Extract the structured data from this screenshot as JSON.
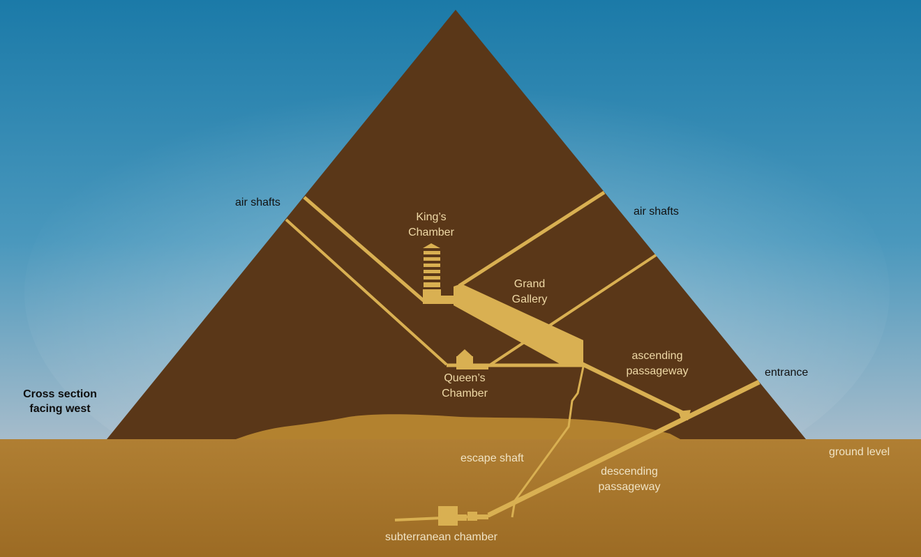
{
  "labels": {
    "caption_line1": "Cross section",
    "caption_line2": "facing west",
    "air_shafts_left": "air shafts",
    "air_shafts_right": "air shafts",
    "kings_chamber_line1": "King’s",
    "kings_chamber_line2": "Chamber",
    "grand_gallery_line1": "Grand",
    "grand_gallery_line2": "Gallery",
    "ascending_line1": "ascending",
    "ascending_line2": "passageway",
    "entrance": "entrance",
    "queens_chamber_line1": "Queen’s",
    "queens_chamber_line2": "Chamber",
    "ground_level": "ground level",
    "escape_shaft": "escape shaft",
    "descending_line1": "descending",
    "descending_line2": "passageway",
    "subterranean_chamber": "subterranean chamber"
  },
  "colors": {
    "sky_top": "#1b7aa8",
    "sky_bottom": "#9fb9c8",
    "pyramid": "#5a3718",
    "ground": "#a8772c",
    "mound": "#b8852f",
    "passage": "#d9b052"
  }
}
